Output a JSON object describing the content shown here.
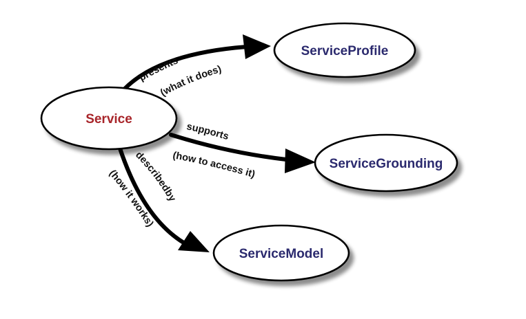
{
  "colors": {
    "service_text": "#a8252a",
    "node_text": "#2b2a6e",
    "edge": "#000000",
    "node_fill": "#ffffff"
  },
  "nodes": {
    "service": {
      "label": "Service"
    },
    "profile": {
      "label": "ServiceProfile"
    },
    "grounding": {
      "label": "ServiceGrounding"
    },
    "model": {
      "label": "ServiceModel"
    }
  },
  "edges": {
    "presents": {
      "label": "presents",
      "note": "(what it does)"
    },
    "supports": {
      "label": "supports",
      "note": "(how to access it)"
    },
    "describedby": {
      "label": "describedby",
      "note": "(how it works)"
    }
  }
}
